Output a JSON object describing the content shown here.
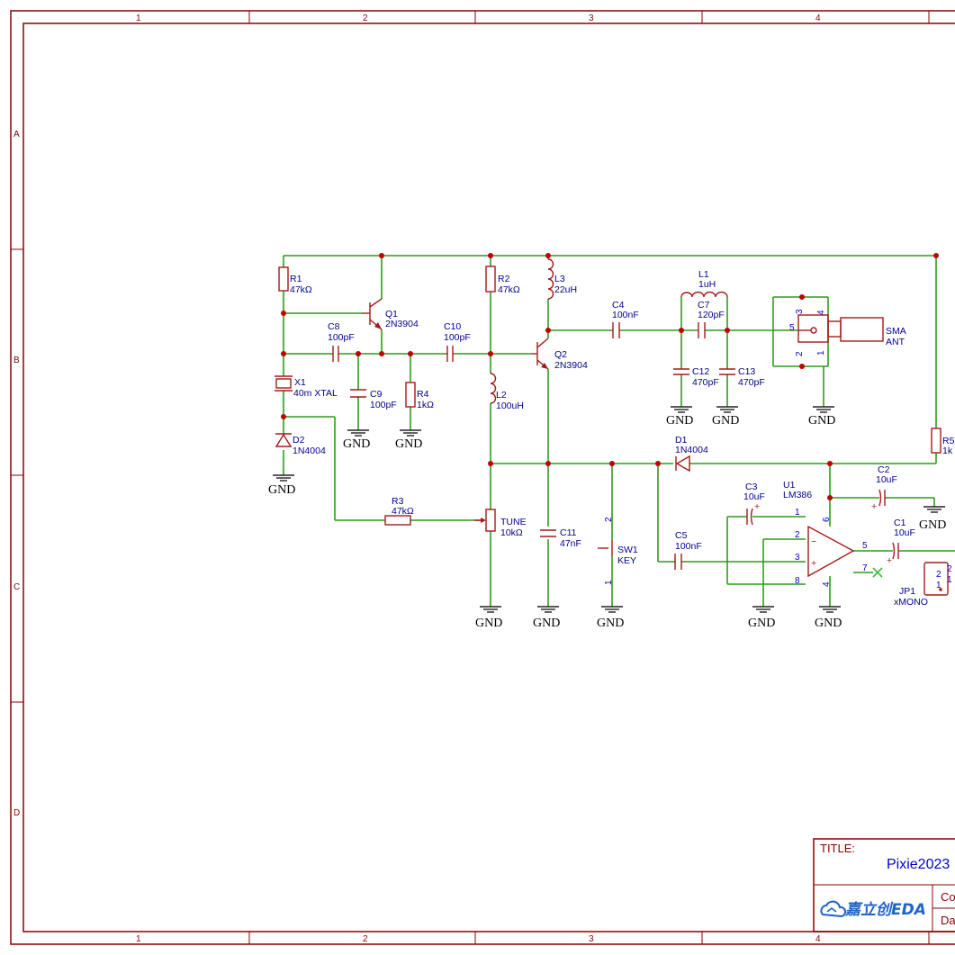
{
  "border": {
    "columns": [
      "1",
      "2",
      "3",
      "4"
    ],
    "rows": [
      "A",
      "B",
      "C",
      "D"
    ]
  },
  "components": {
    "R1": {
      "ref": "R1",
      "value": "47kΩ"
    },
    "R2": {
      "ref": "R2",
      "value": "47kΩ"
    },
    "R3": {
      "ref": "R3",
      "value": "47kΩ"
    },
    "R4": {
      "ref": "R4",
      "value": "1kΩ"
    },
    "R5": {
      "ref": "R5",
      "value": "1k"
    },
    "Q1": {
      "ref": "Q1",
      "value": "2N3904"
    },
    "Q2": {
      "ref": "Q2",
      "value": "2N3904"
    },
    "C8": {
      "ref": "C8",
      "value": "100pF"
    },
    "C9": {
      "ref": "C9",
      "value": "100pF"
    },
    "C10": {
      "ref": "C10",
      "value": "100pF"
    },
    "C4": {
      "ref": "C4",
      "value": "100nF"
    },
    "C7": {
      "ref": "C7",
      "value": "120pF"
    },
    "C12": {
      "ref": "C12",
      "value": "470pF"
    },
    "C13": {
      "ref": "C13",
      "value": "470pF"
    },
    "C11": {
      "ref": "C11",
      "value": "47nF"
    },
    "C3": {
      "ref": "C3",
      "value": "10uF"
    },
    "C5": {
      "ref": "C5",
      "value": "100nF"
    },
    "C2": {
      "ref": "C2",
      "value": "10uF"
    },
    "C1": {
      "ref": "C1",
      "value": "10uF"
    },
    "L1": {
      "ref": "L1",
      "value": "1uH"
    },
    "L2": {
      "ref": "L2",
      "value": "100uH"
    },
    "L3": {
      "ref": "L3",
      "value": "22uH"
    },
    "X1": {
      "ref": "X1",
      "value": "40m XTAL"
    },
    "D1": {
      "ref": "D1",
      "value": "1N4004"
    },
    "D2": {
      "ref": "D2",
      "value": "1N4004"
    },
    "TUNE": {
      "ref": "TUNE",
      "value": "10kΩ"
    },
    "SW1": {
      "ref": "SW1",
      "value": "KEY"
    },
    "U1": {
      "ref": "U1",
      "value": "LM386"
    },
    "SMA": {
      "ref": "SMA",
      "value": "ANT"
    },
    "JP1": {
      "ref": "JP1",
      "value": "xMONO"
    }
  },
  "gnd_label": "GND",
  "pins": {
    "sma": [
      "3",
      "4",
      "5",
      "2",
      "1"
    ],
    "u1": [
      "1",
      "2",
      "3",
      "8",
      "6",
      "5",
      "7",
      "4"
    ],
    "sw1": [
      "2",
      "1"
    ],
    "jp1": [
      "2",
      "1",
      "2",
      "1"
    ]
  },
  "title_block": {
    "title_label": "TITLE:",
    "title_value": "Pixie2023",
    "company_label": "Co",
    "date_label": "Da",
    "brand": "嘉立创EDA"
  },
  "colors": {
    "wire": "#2e9c1a",
    "part": "#a51a1a",
    "label": "#00008b",
    "frame": "#8b0000"
  }
}
